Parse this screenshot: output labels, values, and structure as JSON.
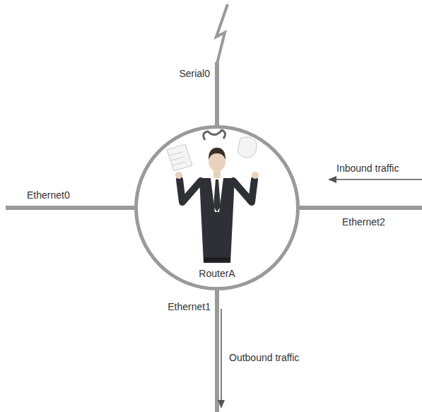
{
  "diagram": {
    "nodes": [
      {
        "text": [
          "RouterA"
        ]
      }
    ],
    "labels": [
      "Serial0",
      "Ethernet0",
      "Inbound traffic",
      "Ethernet2",
      "Ethernet1",
      "Outbound traffic"
    ]
  }
}
